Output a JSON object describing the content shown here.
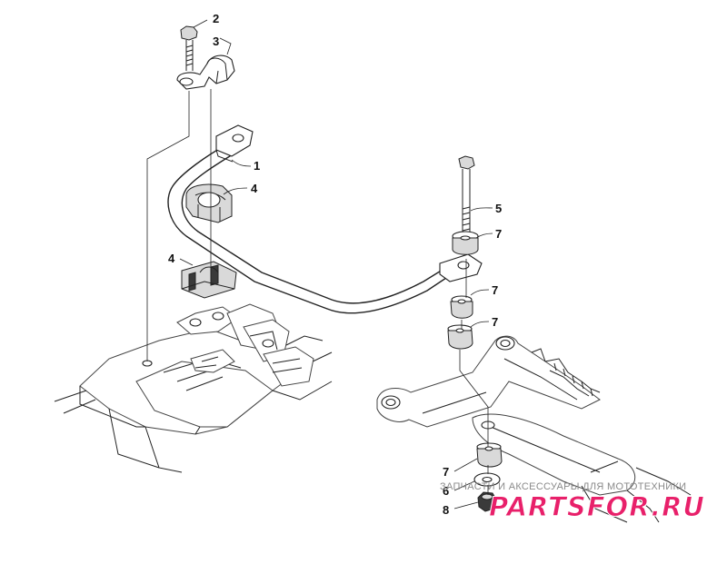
{
  "callouts": [
    {
      "id": "c2",
      "label": "2"
    },
    {
      "id": "c3",
      "label": "3"
    },
    {
      "id": "c1",
      "label": "1"
    },
    {
      "id": "c4a",
      "label": "4"
    },
    {
      "id": "c5",
      "label": "5"
    },
    {
      "id": "c7a",
      "label": "7"
    },
    {
      "id": "c4b",
      "label": "4"
    },
    {
      "id": "c7b",
      "label": "7"
    },
    {
      "id": "c7c",
      "label": "7"
    },
    {
      "id": "c7d",
      "label": "7"
    },
    {
      "id": "c6",
      "label": "6"
    },
    {
      "id": "c8",
      "label": "8"
    }
  ],
  "watermark": {
    "caption": "ЗАПЧАСТИ И АКСЕССУАРЫ ДЛЯ МОТОТЕХНИКИ",
    "logo": "PARTSFOR.RU"
  }
}
